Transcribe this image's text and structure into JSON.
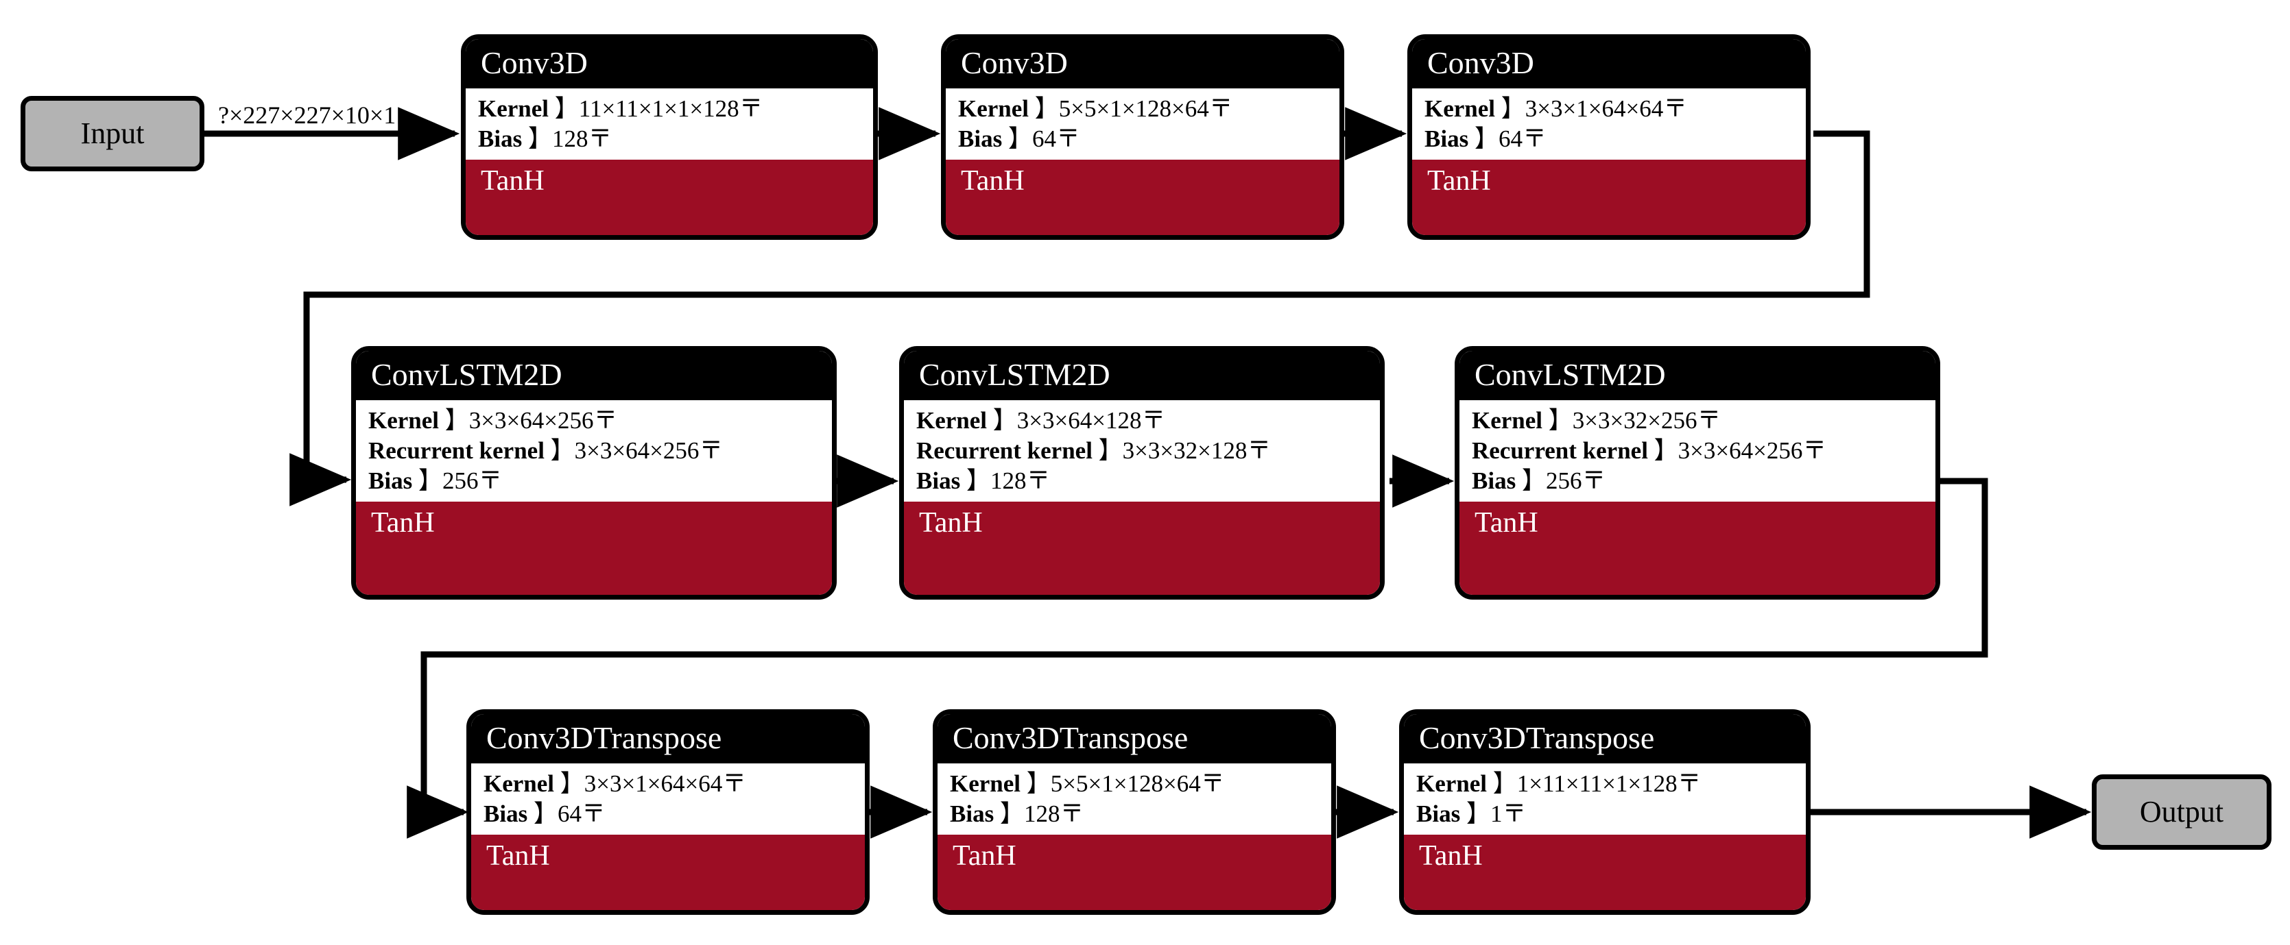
{
  "diagram": {
    "title": "Conv3D / ConvLSTM2D / Conv3DTranspose autoencoder architecture",
    "colors": {
      "activation_bar": "#9c0d24",
      "header_bar": "#000000",
      "terminal_fill": "#b3b3b3",
      "canvas": "#ffffff",
      "wire": "#000000"
    }
  },
  "terminals": {
    "input": {
      "label": "Input"
    },
    "output": {
      "label": "Output"
    }
  },
  "edges": {
    "input_to_conv1": {
      "label": "?×227×227×10×1"
    }
  },
  "rows": [
    {
      "name": "encoder-conv3d-row",
      "nodes": [
        {
          "type": "Conv3D",
          "params": [
            {
              "name": "Kernel",
              "shape": "】11×11×1×1×128〒"
            },
            {
              "name": "Bias",
              "shape": "】128〒"
            }
          ],
          "activation": "TanH"
        },
        {
          "type": "Conv3D",
          "params": [
            {
              "name": "Kernel",
              "shape": "】5×5×1×128×64〒"
            },
            {
              "name": "Bias",
              "shape": "】64〒"
            }
          ],
          "activation": "TanH"
        },
        {
          "type": "Conv3D",
          "params": [
            {
              "name": "Kernel",
              "shape": "】3×3×1×64×64〒"
            },
            {
              "name": "Bias",
              "shape": "】64〒"
            }
          ],
          "activation": "TanH"
        }
      ]
    },
    {
      "name": "convlstm2d-row",
      "nodes": [
        {
          "type": "ConvLSTM2D",
          "params": [
            {
              "name": "Kernel",
              "shape": "】3×3×64×256〒"
            },
            {
              "name": "Recurrent kernel",
              "shape": "】3×3×64×256〒"
            },
            {
              "name": "Bias",
              "shape": "】256〒"
            }
          ],
          "activation": "TanH"
        },
        {
          "type": "ConvLSTM2D",
          "params": [
            {
              "name": "Kernel",
              "shape": "】3×3×64×128〒"
            },
            {
              "name": "Recurrent kernel",
              "shape": "】3×3×32×128〒"
            },
            {
              "name": "Bias",
              "shape": "】128〒"
            }
          ],
          "activation": "TanH"
        },
        {
          "type": "ConvLSTM2D",
          "params": [
            {
              "name": "Kernel",
              "shape": "】3×3×32×256〒"
            },
            {
              "name": "Recurrent kernel",
              "shape": "】3×3×64×256〒"
            },
            {
              "name": "Bias",
              "shape": "】256〒"
            }
          ],
          "activation": "TanH"
        }
      ]
    },
    {
      "name": "decoder-conv3dtranspose-row",
      "nodes": [
        {
          "type": "Conv3DTranspose",
          "params": [
            {
              "name": "Kernel",
              "shape": "】3×3×1×64×64〒"
            },
            {
              "name": "Bias",
              "shape": "】64〒"
            }
          ],
          "activation": "TanH"
        },
        {
          "type": "Conv3DTranspose",
          "params": [
            {
              "name": "Kernel",
              "shape": "】5×5×1×128×64〒"
            },
            {
              "name": "Bias",
              "shape": "】128〒"
            }
          ],
          "activation": "TanH"
        },
        {
          "type": "Conv3DTranspose",
          "params": [
            {
              "name": "Kernel",
              "shape": "】1×11×11×1×128〒"
            },
            {
              "name": "Bias",
              "shape": "】1〒"
            }
          ],
          "activation": "TanH"
        }
      ]
    }
  ]
}
